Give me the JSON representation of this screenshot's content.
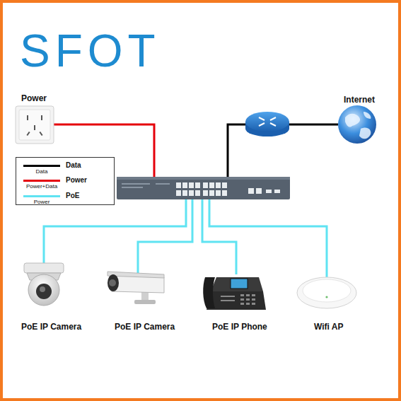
{
  "diagram": {
    "nodes": [
      {
        "text": [
          "Power"
        ]
      },
      {
        "text": [
          "Internet"
        ]
      },
      {
        "text": [
          "PoE IP Camera"
        ]
      },
      {
        "text": [
          "PoE IP Camera"
        ]
      },
      {
        "text": [
          "PoE IP Phone"
        ]
      },
      {
        "text": [
          "Wifi AP"
        ]
      }
    ],
    "labels": [
      "SFOT",
      "Data",
      "Power+Data",
      "Power"
    ],
    "legend": [
      {
        "text": "Data"
      },
      {
        "text": "Power"
      },
      {
        "text": "PoE"
      }
    ]
  }
}
